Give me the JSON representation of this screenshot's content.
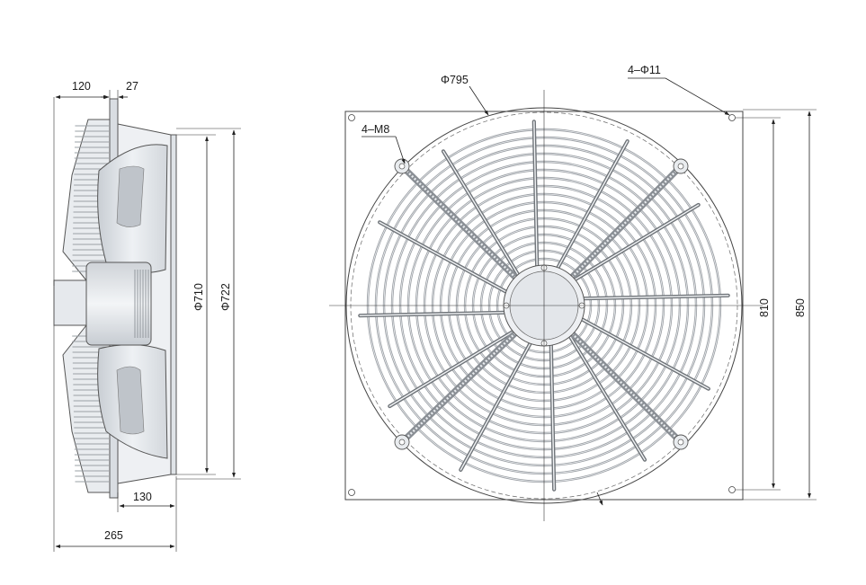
{
  "drawing": {
    "side_view": {
      "dim_top_left": "120",
      "dim_top_right": "27",
      "dim_inner_diameter": "Φ710",
      "dim_outer_diameter": "Φ722",
      "dim_bottom_depth": "130",
      "dim_total_depth": "265"
    },
    "front_view": {
      "dim_guard_diameter": "Φ795",
      "dim_mount_holes": "4–Φ11",
      "dim_threaded_holes": "4–M8",
      "dim_hole_spacing": "810",
      "dim_plate_size": "850"
    },
    "colors": {
      "line": "#222222",
      "guard": "#9a9ea3",
      "fill_light": "#eef0f3",
      "fill_mid": "#d5d9de"
    }
  }
}
